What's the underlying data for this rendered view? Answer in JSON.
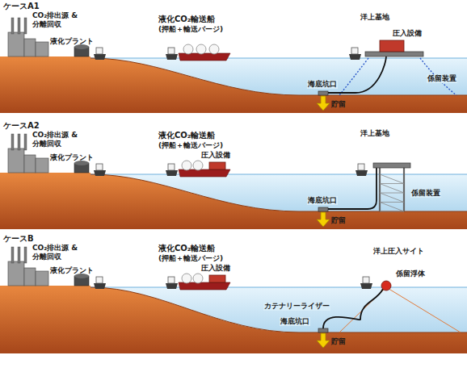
{
  "diagram": {
    "labels": [
      "ケースA1",
      "CO₂排出源 & 分離回収",
      "液化プラント",
      "液化CO₂輸送船",
      "(押船＋輸送バージ)",
      "洋上基地",
      "圧入設備",
      "係留装置",
      "海底坑口",
      "貯留",
      "ケースA2",
      "CO₂排出源 & 分離回収",
      "液化プラント",
      "液化CO₂輸送船",
      "(押船＋輸送バージ)",
      "圧入設備",
      "洋上基地",
      "係留装置",
      "海底坑口",
      "貯留",
      "ケースB",
      "CO₂排出源 & 分離回収",
      "液化プラント",
      "液化CO₂輸送船",
      "(押船＋輸送バージ)",
      "圧入設備",
      "洋上圧入サイト",
      "係留浮体",
      "カテナリーライザー",
      "海底坑口",
      "貯留"
    ]
  }
}
